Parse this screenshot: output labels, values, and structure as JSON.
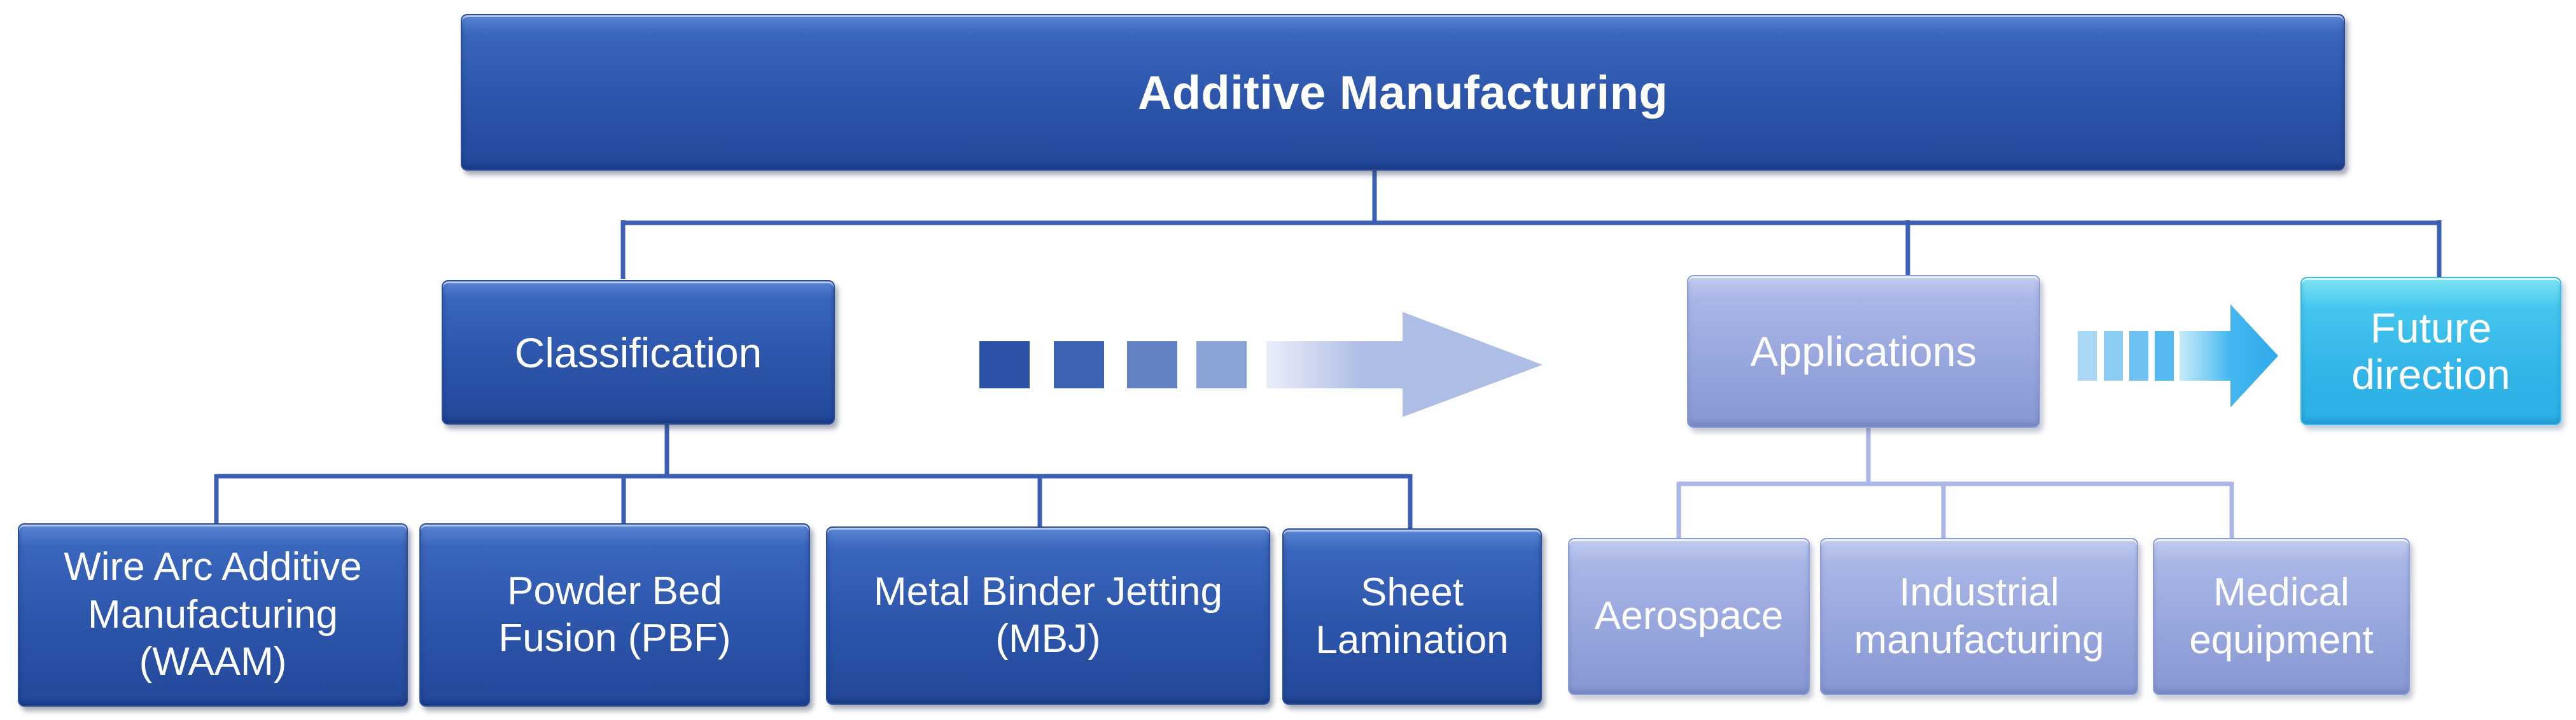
{
  "root": {
    "label": "Additive Manufacturing"
  },
  "classification": {
    "label": "Classification",
    "children": [
      {
        "label": "Wire Arc Additive Manufacturing (WAAM)"
      },
      {
        "label": "Powder Bed Fusion (PBF)"
      },
      {
        "label": "Metal Binder Jetting (MBJ)"
      },
      {
        "label": "Sheet Lamination"
      }
    ]
  },
  "applications": {
    "label": "Applications",
    "children": [
      {
        "label": "Aerospace"
      },
      {
        "label": "Industrial manufacturing"
      },
      {
        "label": "Medical equipment"
      }
    ]
  },
  "future": {
    "label": "Future direction"
  },
  "colors": {
    "dark_blue": "#2c55aa",
    "light_blue": "#96a5dc",
    "cyan": "#33b6e8",
    "connector_dark": "#3a5fb5",
    "connector_light": "#a9b6e6"
  }
}
